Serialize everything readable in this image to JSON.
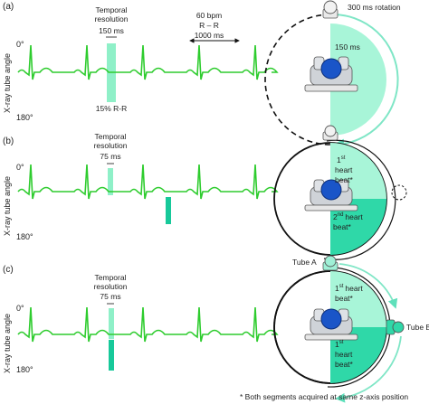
{
  "panels": [
    {
      "label": "(a)",
      "axis_top": "0°",
      "axis_bottom": "180°",
      "axis_title": "X-ray tube angle",
      "temporal_title_1": "Temporal",
      "temporal_title_2": "resolution",
      "temporal_value": "150 ms",
      "window_caption": "15% R-R",
      "bpm": "60 bpm",
      "rr": "R – R",
      "rr_ms": "1000 ms",
      "rotation": "300 ms rotation",
      "segment": "150 ms"
    },
    {
      "label": "(b)",
      "axis_top": "0°",
      "axis_bottom": "180°",
      "axis_title": "X-ray tube angle",
      "temporal_title_1": "Temporal",
      "temporal_title_2": "resolution",
      "temporal_value": "75 ms",
      "beat1_a": "1",
      "beat1_sup": "st",
      "beat1_b": "heart",
      "beat1_c": "beat*",
      "beat2_a": "2",
      "beat2_sup": "nd",
      "beat2_b": "heart",
      "beat2_c": "beat*"
    },
    {
      "label": "(c)",
      "axis_top": "0°",
      "axis_bottom": "180°",
      "axis_title": "X-ray tube angle",
      "temporal_title_1": "Temporal",
      "temporal_title_2": "resolution",
      "temporal_value": "75 ms",
      "tube_a": "Tube A",
      "tube_b": "Tube B",
      "beat1_a": "1",
      "beat1_sup": "st",
      "beat1_b": "heart",
      "beat1_c": "beat*",
      "beat2_a": "1",
      "beat2_sup": "st",
      "beat2_b": "heart",
      "beat2_c": "beat*"
    }
  ],
  "footnote": "* Both segments acquired at same z-axis position",
  "colors": {
    "ecg": "#2ecc2e",
    "window_light": "#8ff0c8",
    "window_dark": "#17c99a",
    "sector_light": "#a8f5d8",
    "sector_dark": "#2fd8a8",
    "patient": "#1a55c8"
  }
}
